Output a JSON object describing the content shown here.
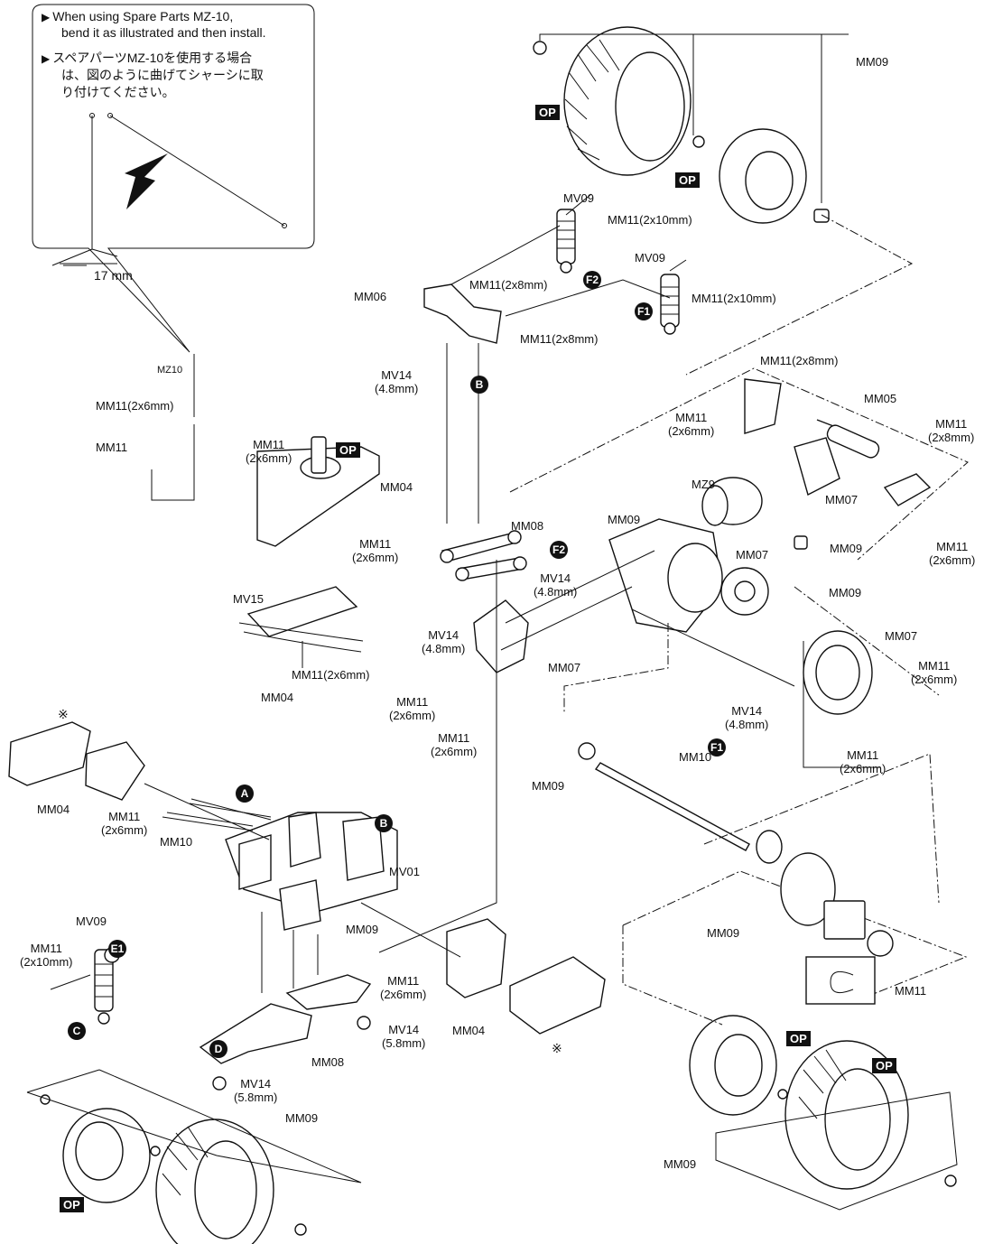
{
  "note": {
    "en_line1": "When using Spare Parts MZ-10,",
    "en_line2": "bend it as illustrated and then install.",
    "ja_line1": "スペアパーツMZ-10を使用する場合",
    "ja_line2": "は、図のように曲げてシャーシに取",
    "ja_line3": "り付けてください。",
    "dimension": "17 mm"
  },
  "labels": {
    "mz10": "MZ10",
    "mm11_2x6_top": "MM11(2x6mm)",
    "mm11_washer": "MM11",
    "mm11_mm04_a": "MM11",
    "mm11_mm04_b": "(2x6mm)",
    "mm04_top": "MM04",
    "mm11_mv15_a": "MM11",
    "mm11_mv15_b": "(2x6mm)",
    "mv15": "MV15",
    "mm11_2x6_mid": "MM11(2x6mm)",
    "mm04_small": "MM04",
    "mm11_right_a": "MM11",
    "mm11_right_b": "(2x6mm)",
    "mm04_left": "MM04",
    "mm11_left_a": "MM11",
    "mm11_left_b": "(2x6mm)",
    "mm10_left": "MM10",
    "mv01": "MV01",
    "mm09_chassis": "MM09",
    "mm11_2x10_a": "MM11",
    "mm11_2x10_b": "(2x10mm)",
    "mv09_left": "MV09",
    "mm11_bottom_a": "MM11",
    "mm11_bottom_b": "(2x6mm)",
    "mm04_bottom": "MM04",
    "mv14_58_a": "MV14",
    "mv14_58_b": "(5.8mm)",
    "mm08_bottom": "MM08",
    "mv14_58c_a": "MV14",
    "mv14_58c_b": "(5.8mm)",
    "mm09_wheel_left": "MM09",
    "mm09_top": "MM09",
    "mv09_top": "MV09",
    "mm11_2x10_top": "MM11(2x10mm)",
    "mv09_mid": "MV09",
    "mm11_2x10_mid": "MM11(2x10mm)",
    "mm06": "MM06",
    "mm11_2x8_a": "MM11(2x8mm)",
    "mm11_2x8_b": "MM11(2x8mm)",
    "mv14_48_a": "MV14",
    "mv14_48_b": "(4.8mm)",
    "mm11_2x8_c": "MM11(2x8mm)",
    "mm05": "MM05",
    "mm11_r_a": "MM11",
    "mm11_r_b": "(2x6mm)",
    "mm11_far_a": "MM11",
    "mm11_far_b": "(2x8mm)",
    "mz9": "MZ9",
    "mm07_motor": "MM07",
    "mm09_pinion": "MM09",
    "mm09_gear": "MM09",
    "mm08_mid": "MM08",
    "mv14_f2_a": "MV14",
    "mv14_f2_b": "(4.8mm)",
    "mm07_gb": "MM07",
    "mm09_spur": "MM09",
    "mm07_cover": "MM07",
    "mm11_cover_a": "MM11",
    "mm11_cover_b": "(2x6mm)",
    "mm11_far2_a": "MM11",
    "mm11_far2_b": "(2x6mm)",
    "mv14_left_a": "MV14",
    "mv14_left_b": "(4.8mm)",
    "mm07_left": "MM07",
    "mm11_gb_a": "MM11",
    "mm11_gb_b": "(2x6mm)",
    "mv14_f1_a": "MV14",
    "mv14_f1_b": "(4.8mm)",
    "mm11_cover2_a": "MM11",
    "mm11_cover2_b": "(2x6mm)",
    "mm09_axle": "MM09",
    "mm10_right": "MM10",
    "mm09_diff": "MM09",
    "mm11_eclip": "MM11",
    "mm09_wheel_right": "MM09",
    "op": "OP",
    "ref_mark": "※"
  },
  "markers": {
    "a": "A",
    "b": "B",
    "c": "C",
    "d": "D",
    "e1": "E1",
    "f1": "F1",
    "f2": "F2"
  }
}
